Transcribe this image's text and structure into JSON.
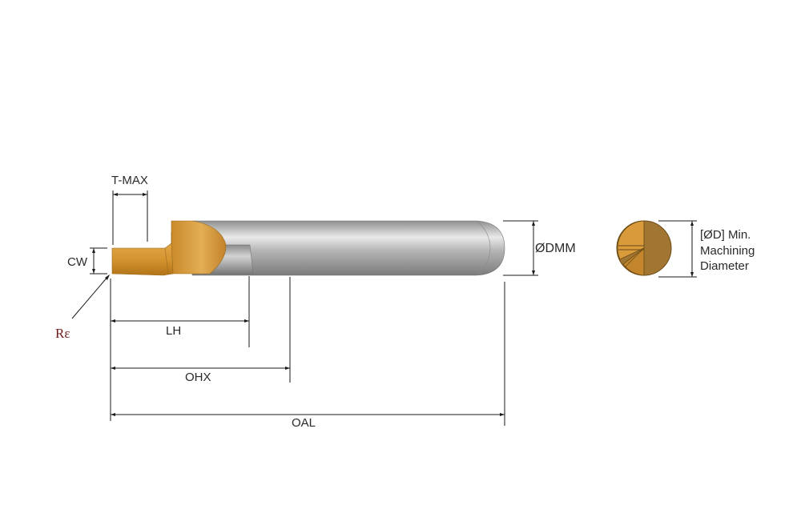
{
  "colors": {
    "background": "#ffffff",
    "carbide_gold": "#d89a3b",
    "carbide_gold_dark": "#b97a22",
    "shank_gray": "#a9a9a9",
    "shank_highlight": "#e6e6e6",
    "end_view_shadow": "#8a6a30",
    "dimension_line": "#1a1a1a",
    "radius_label": "#6e1a1a"
  },
  "labels": {
    "t_max": "T-MAX",
    "cw": "CW",
    "r_epsilon": "Rε",
    "lh": "LH",
    "ohx": "OHX",
    "oal": "OAL",
    "dmm": "ØDMM",
    "min_diameter_line1": "[ØD] Min.",
    "min_diameter_line2": "Machining",
    "min_diameter_line3": "Diameter"
  }
}
